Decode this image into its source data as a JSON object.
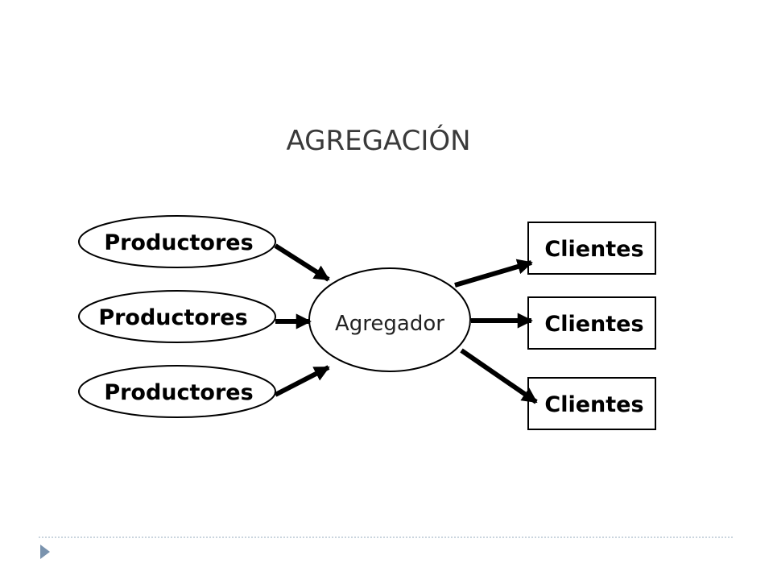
{
  "title": "AGREGACIÓN",
  "producers": [
    {
      "label": "Productores"
    },
    {
      "label": "Productores"
    },
    {
      "label": "Productores"
    }
  ],
  "aggregator": {
    "label": "Agregador"
  },
  "clients": [
    {
      "label": "Clientes"
    },
    {
      "label": "Clientes"
    },
    {
      "label": "Clientes"
    }
  ],
  "footer": {
    "divider_color": "#b9c7d4",
    "bullet_color": "#7a93ae",
    "bullet_icon": "triangle-right-icon"
  }
}
